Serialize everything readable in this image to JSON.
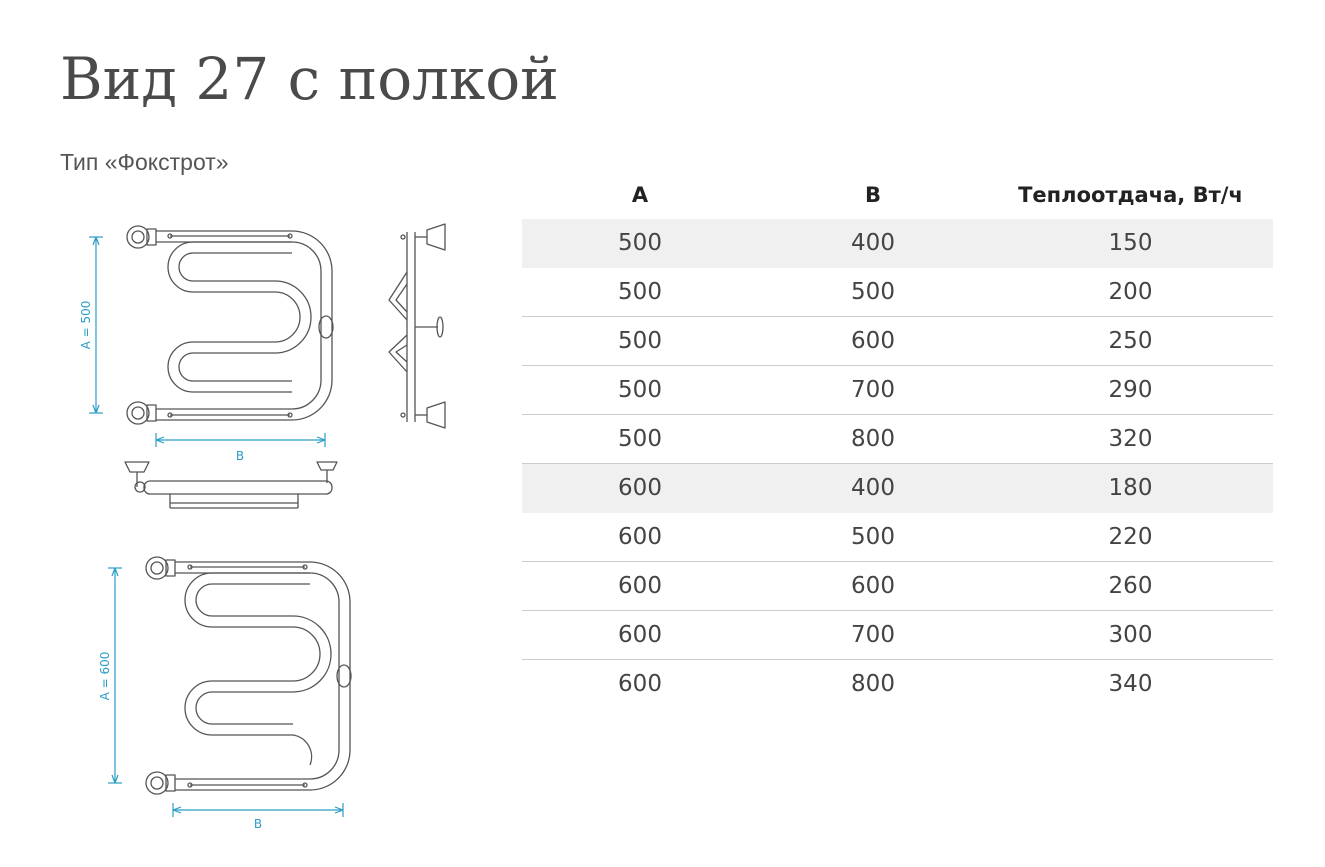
{
  "title": "Вид 27 с полкой",
  "subtitle": "Тип «Фокстрот»",
  "drawing": {
    "upper_height_label": "A = 500",
    "upper_width_label": "B",
    "lower_height_label": "A = 600",
    "lower_width_label": "B"
  },
  "specs": {
    "headers": {
      "a": "A",
      "b": "B",
      "heat": "Теплоотдача, Вт/ч"
    },
    "rows": [
      {
        "a": "500",
        "b": "400",
        "heat": "150",
        "shaded": true
      },
      {
        "a": "500",
        "b": "500",
        "heat": "200",
        "shaded": false
      },
      {
        "a": "500",
        "b": "600",
        "heat": "250",
        "shaded": false
      },
      {
        "a": "500",
        "b": "700",
        "heat": "290",
        "shaded": false
      },
      {
        "a": "500",
        "b": "800",
        "heat": "320",
        "shaded": false
      },
      {
        "a": "600",
        "b": "400",
        "heat": "180",
        "shaded": true
      },
      {
        "a": "600",
        "b": "500",
        "heat": "220",
        "shaded": false
      },
      {
        "a": "600",
        "b": "600",
        "heat": "260",
        "shaded": false
      },
      {
        "a": "600",
        "b": "700",
        "heat": "300",
        "shaded": false
      },
      {
        "a": "600",
        "b": "800",
        "heat": "340",
        "shaded": false
      }
    ]
  },
  "colors": {
    "dimension_line": "#2b9cc7",
    "outline": "#555555",
    "shaded_row": "#f0f0f0",
    "divider": "#cccccc"
  }
}
